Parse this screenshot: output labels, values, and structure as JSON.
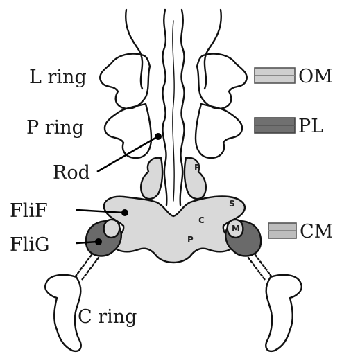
{
  "labels": {
    "l_ring": "L ring",
    "p_ring": "P ring",
    "rod": "Rod",
    "flif": "FliF",
    "flig": "FliG",
    "c_ring": "C ring",
    "om": "OM",
    "pl": "PL",
    "cm": "CM"
  },
  "sublabels": {
    "r": "R",
    "s": "S",
    "m": "M",
    "c": "C",
    "p": "P"
  },
  "colors": {
    "outline": "#111111",
    "flif_fill": "#d9d9d9",
    "flig_fill": "#6a6a6a",
    "om_band": "#cfcfcf",
    "pl_band": "#707070",
    "cm_band": "#bdbdbd",
    "leader": "#000000"
  }
}
